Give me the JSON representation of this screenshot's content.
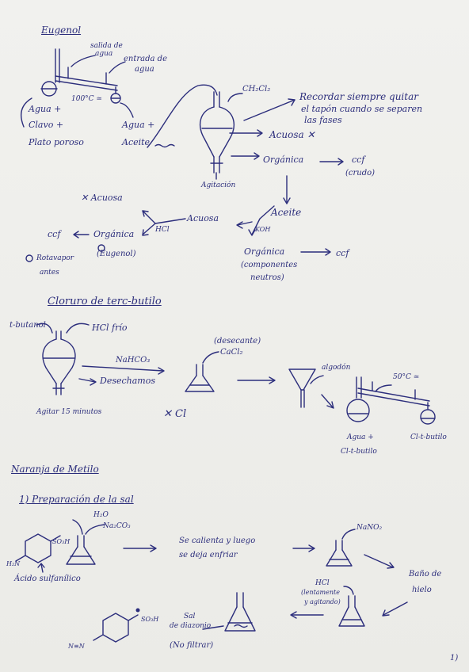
{
  "eugenol": {
    "heading": "Eugenol",
    "salida_agua": [
      "salida de",
      "agua"
    ],
    "entrada_agua": [
      "entrada de",
      "agua"
    ],
    "temp": "100°C ≃",
    "flask_contents": [
      "Agua +",
      "Clavo +",
      "Plato poroso"
    ],
    "agua_aceite": [
      "Agua +",
      "Aceite"
    ],
    "reagent": "CH₂Cl₂",
    "note": [
      "Recordar siempre quitar",
      "el tapón cuando se separen",
      "las fases"
    ],
    "acuosa_discard": "Acuosa ✕",
    "organica": "Orgánica",
    "ccf_crudo": [
      "ccf",
      "(crudo)"
    ],
    "agitacion": "Agitación",
    "aceite": "Aceite",
    "koh": "KOH",
    "acuosa": "Acuosa",
    "hcl": "HCl",
    "x_acuosa": "✕ Acuosa",
    "organica_eugenol": [
      "Orgánica",
      "(Eugenol)"
    ],
    "ccf": "ccf",
    "rotavapor": [
      "Rotavapor",
      "antes"
    ],
    "organica_neutros": [
      "Orgánica",
      "(componentes",
      "neutros)"
    ],
    "ccf2": "ccf"
  },
  "cloruro": {
    "heading": "Cloruro de terc-butilo",
    "tbutanol": "t-butanol",
    "hcl_frio": "HCl frío",
    "nahco3": "NaHCO₃",
    "desechamos": "Desechamos",
    "agitar": "Agitar 15 minutos",
    "desecante": [
      "(desecante)",
      "CaCl₂"
    ],
    "algodon": "algodón",
    "temp": "50°C ≃",
    "x_cl": "✕ Cl",
    "agua_cl": [
      "Agua +",
      "Cl-t-butilo"
    ],
    "cl_tbutilo": "Cl-t-butilo"
  },
  "naranja": {
    "heading": "Naranja de Metilo",
    "sub": "1) Preparación de la sal",
    "h2o": "H₂O",
    "na2co3": "Na₂CO₃",
    "so3h": "SO₃H",
    "h2n": "H₂N",
    "acido": "Ácido sulfanílico",
    "calienta": [
      "Se calienta y luego",
      "se deja enfriar"
    ],
    "nano2": "NaNO₂",
    "bano": [
      "Baño de",
      "hielo"
    ],
    "hcl": [
      "HCl",
      "(lentamente",
      "y agitando)"
    ],
    "sal": [
      "Sal",
      "de diazonio"
    ],
    "no_filtrar": "(No filtrar)",
    "so3h_product": "SO₃H",
    "n_n": "N≡N"
  },
  "page_number": "1)",
  "colors": {
    "ink": "#2c2e7c",
    "paper": "#efefec"
  }
}
